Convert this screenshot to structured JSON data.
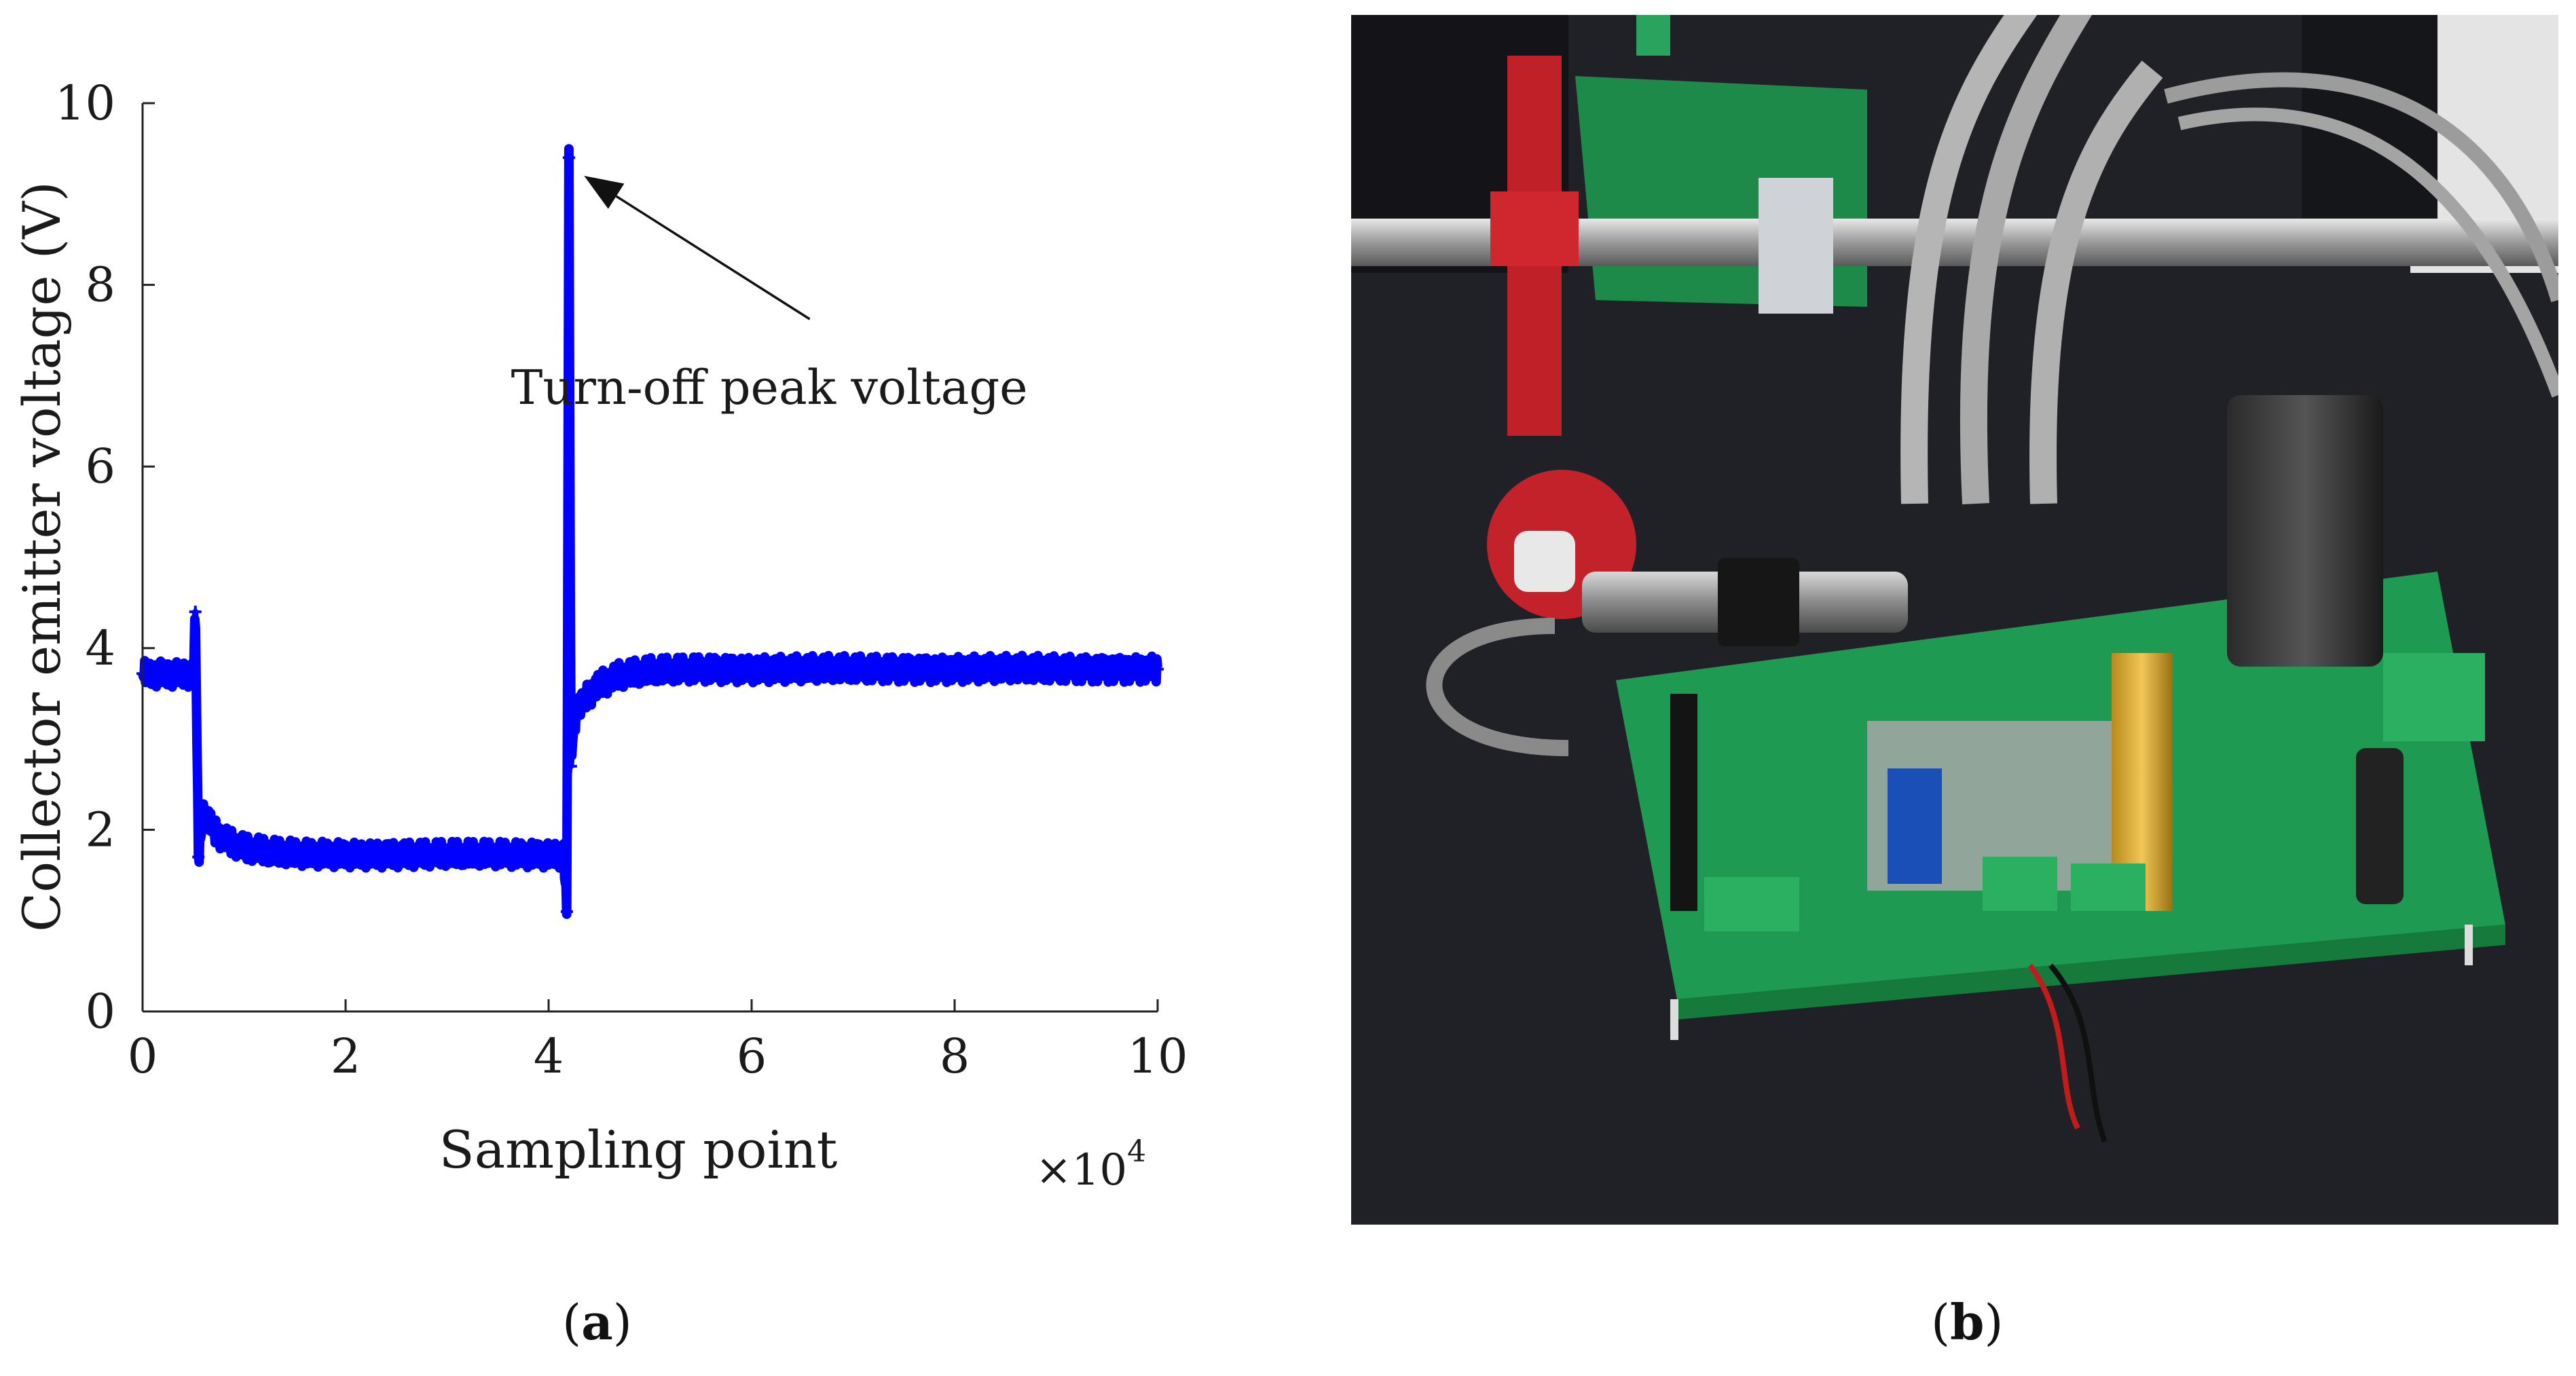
{
  "chart_data": {
    "type": "line",
    "title": "",
    "xlabel": "Sampling point",
    "ylabel": "Collector emitter voltage (V)",
    "x_exponent_label": "×10",
    "x_exponent_power": "4",
    "xlim": [
      0,
      10
    ],
    "ylim": [
      0,
      10
    ],
    "xticks": [
      0,
      2,
      4,
      6,
      8,
      10
    ],
    "yticks": [
      0,
      2,
      4,
      6,
      8,
      10
    ],
    "grid": false,
    "series": [
      {
        "color": "#0000ff",
        "x": [
          0,
          0.3,
          0.45,
          0.5,
          0.52,
          0.55,
          0.6,
          0.7,
          0.8,
          1.0,
          1.3,
          1.6,
          2.0,
          2.5,
          3.0,
          3.5,
          4.0,
          4.15,
          4.18,
          4.2,
          4.22,
          4.25,
          4.3,
          4.4,
          4.5,
          4.7,
          5.0,
          5.5,
          6.0,
          7.0,
          8.0,
          9.0,
          10.0
        ],
        "y": [
          3.72,
          3.72,
          3.72,
          3.72,
          4.4,
          1.7,
          2.2,
          2.0,
          1.9,
          1.8,
          1.75,
          1.73,
          1.73,
          1.73,
          1.73,
          1.73,
          1.73,
          1.73,
          1.1,
          9.4,
          2.7,
          3.2,
          3.35,
          3.5,
          3.6,
          3.7,
          3.75,
          3.77,
          3.77,
          3.77,
          3.77,
          3.77,
          3.77
        ],
        "noise_band": 0.15
      }
    ],
    "annotations": [
      {
        "text": "Turn-off peak voltage",
        "arrow_to": [
          4.35,
          9.2
        ],
        "text_at": [
          4.7,
          6.8
        ]
      }
    ]
  },
  "captions": {
    "a": "a",
    "b": "b"
  },
  "colors": {
    "series": "#0000ff",
    "axis": "#222222",
    "photo_bg": "#1b1c20",
    "pcb": "#1f9a52"
  }
}
